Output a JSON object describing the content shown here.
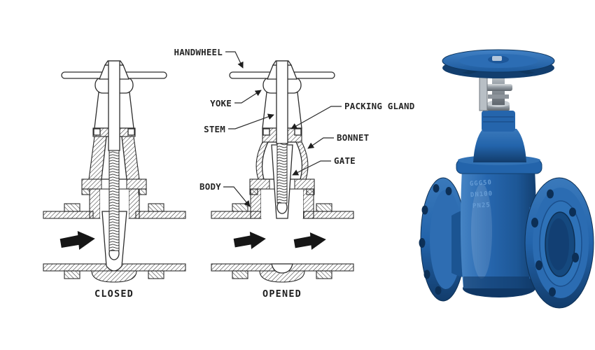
{
  "diagram": {
    "labels": {
      "handwheel": "HANDWHEEL",
      "yoke": "YOKE",
      "stem": "STEM",
      "packing_gland": "PACKING GLAND",
      "bonnet": "BONNET",
      "gate": "GATE",
      "body": "BODY"
    },
    "captions": {
      "closed": "CLOSED",
      "opened": "OPENED"
    },
    "ink_color": "#2c2c2c"
  },
  "photo": {
    "cast_markings": [
      "GGG50",
      "DN100",
      "PN25"
    ],
    "colors": {
      "body_blue": "#2565ac",
      "dark_blue": "#123e6e",
      "light_blue": "#4684c4",
      "steel": "#aab2b9",
      "bore": "#15497f"
    }
  }
}
